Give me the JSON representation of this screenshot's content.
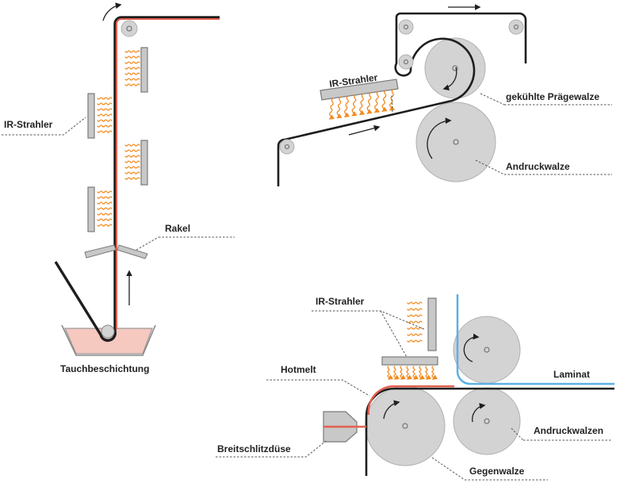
{
  "labels": {
    "ir_strahler_left": "IR-Strahler",
    "rakel": "Rakel",
    "tauchbeschichtung": "Tauchbeschichtung",
    "ir_strahler_top_right": "IR-Strahler",
    "gekuehlte_praegewalze": "gekühlte Prägewalze",
    "andruckwalze": "Andruckwalze",
    "ir_strahler_bottom": "IR-Strahler",
    "hotmelt": "Hotmelt",
    "laminat": "Laminat",
    "andruckwalzen": "Andruckwalzen",
    "breitschlitzduese": "Breitschlitzdüse",
    "gegenwalze": "Gegenwalze"
  },
  "colors": {
    "coating": "#e2604f",
    "bath": "#f5c8c0",
    "roll_fill": "#d3d3d3",
    "laminate_film": "#5ab1e3",
    "heat_waves": "#f28a1e",
    "web": "#1e1e1e"
  }
}
